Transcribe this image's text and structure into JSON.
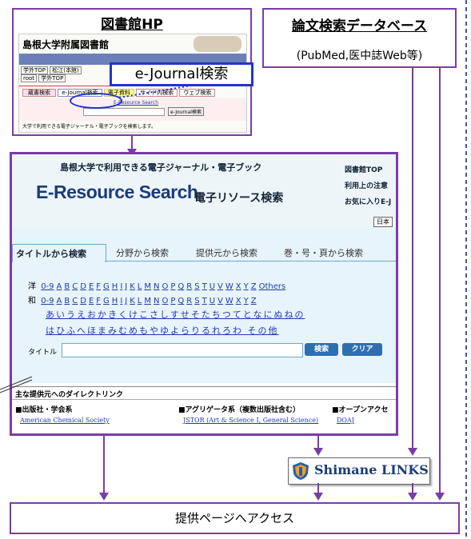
{
  "library_box": {
    "heading": "図書館HP",
    "site_title": "島根大学附属図書館",
    "nav": [
      "学外TOP",
      "松江(本館)",
      "root",
      "学外TOP"
    ],
    "callout": "e-Journal検索",
    "tabs": [
      "蔵書検索",
      "e-Journal検索",
      "電子資料",
      "サイト内検索",
      "ウェブ検索"
    ],
    "link": "E-Resource Search",
    "search_button": "e-Journal検索",
    "description": "大学で利用できる電子ジャーナル・電子ブックを検索します。"
  },
  "db_box": {
    "heading": "論文検索データベース",
    "subtitle": "(PubMed,医中誌Web等)"
  },
  "eresource": {
    "banner_title": "島根大学で利用できる電子ジャーナル・電子ブック",
    "logo": "E-Resource Search",
    "logo_sub": "電子リソース検索",
    "links": [
      "図書館TOP",
      "利用上の注意",
      "お気に入りE-J"
    ],
    "lang_button": "日本",
    "tabs": [
      "タイトルから検索",
      "分野から検索",
      "提供元から検索",
      "巻・号・頁から検索"
    ],
    "row_western_label": "洋",
    "row_western": [
      "0-9",
      "A",
      "B",
      "C",
      "D",
      "E",
      "F",
      "G",
      "H",
      "I",
      "J",
      "K",
      "L",
      "M",
      "N",
      "O",
      "P",
      "Q",
      "R",
      "S",
      "T",
      "U",
      "V",
      "W",
      "X",
      "Y",
      "Z",
      "Others"
    ],
    "row_japanese_label": "和",
    "row_japanese": [
      "0-9",
      "A",
      "B",
      "C",
      "D",
      "E",
      "F",
      "G",
      "H",
      "I",
      "J",
      "K",
      "L",
      "M",
      "N",
      "O",
      "P",
      "Q",
      "R",
      "S",
      "T",
      "U",
      "V",
      "W",
      "X",
      "Y",
      "Z"
    ],
    "kana_row1": "あいうえおかきくけこさしすせそたちつてとなにぬねの",
    "kana_row2": "はひふへほまみむめもやゆよらりるれろわ その他",
    "title_label": "タイトル",
    "search_button": "検索",
    "clear_button": "クリア",
    "direct_link_heading": "主な提供元へのダイレクトリンク",
    "columns": [
      {
        "heading": "■出版社・学会系",
        "item": "American Chemical Society"
      },
      {
        "heading": "■アグリゲータ系（複数出版社含む）",
        "item": "JSTOR (Art & Science I, General Science)"
      },
      {
        "heading": "■オープンアクセ",
        "item": "DOAJ"
      }
    ]
  },
  "shimane_links": "Shimane LINKS",
  "access_box": "提供ページへアクセス",
  "colors": {
    "accent": "#7b3ba8",
    "callout": "#2233cc",
    "page_blue": "#e8f4fb",
    "dashed": "#3b54c8"
  }
}
